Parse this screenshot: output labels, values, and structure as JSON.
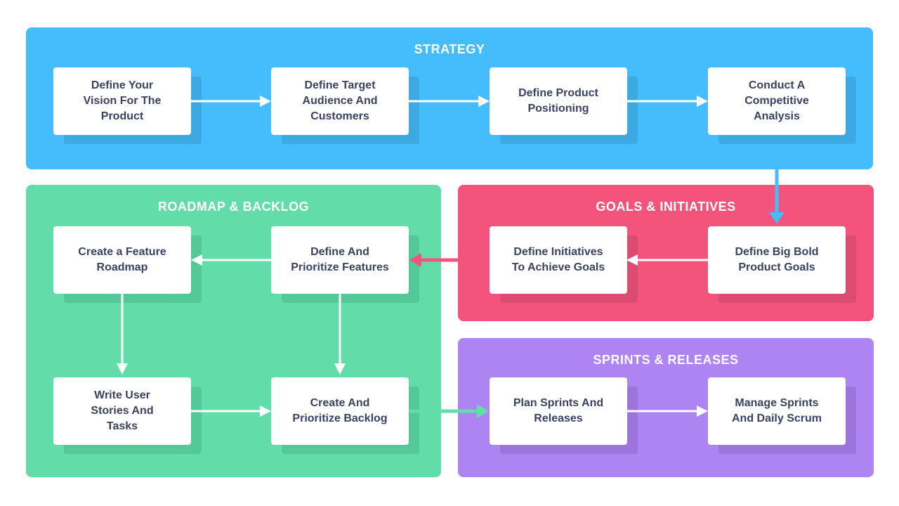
{
  "colors": {
    "page-bg": "#FFFFFF",
    "blue": "#45BDFC",
    "blue-shadow": "#3CA9E2",
    "green": "#62DDA9",
    "green-shadow": "#54C898",
    "pink": "#F4547C",
    "pink-shadow": "#DC4B70",
    "purple": "#AE83F2",
    "purple-shadow": "#9C74DC",
    "box-bg": "#FFFFFF",
    "box-text": "#3A4164",
    "title-text": "#FFFFFF",
    "arrow-white": "#FFFFFF"
  },
  "sections": {
    "strategy": {
      "title": "STRATEGY",
      "boxes": [
        {
          "label": "Define Your\nVision For The\nProduct"
        },
        {
          "label": "Define Target\nAudience And\nCustomers"
        },
        {
          "label": "Define Product\nPositioning"
        },
        {
          "label": "Conduct A\nCompetitive\nAnalysis"
        }
      ]
    },
    "roadmap_backlog": {
      "title": "ROADMAP & BACKLOG",
      "boxes": [
        {
          "label": "Create a Feature\nRoadmap"
        },
        {
          "label": "Define And\nPrioritize Features"
        },
        {
          "label": "Write User\nStories And\nTasks"
        },
        {
          "label": "Create And\nPrioritize Backlog"
        }
      ]
    },
    "goals_initiatives": {
      "title": "GOALS & INITIATIVES",
      "boxes": [
        {
          "label": "Define Initiatives\nTo Achieve Goals"
        },
        {
          "label": "Define Big Bold\nProduct Goals"
        }
      ]
    },
    "sprints_releases": {
      "title": "SPRINTS & RELEASES",
      "boxes": [
        {
          "label": "Plan Sprints And\nReleases"
        },
        {
          "label": "Manage Sprints\nAnd Daily Scrum"
        }
      ]
    }
  },
  "connections": [
    {
      "from": "Define Your Vision For The Product",
      "to": "Define Target Audience And Customers",
      "color": "white"
    },
    {
      "from": "Define Target Audience And Customers",
      "to": "Define Product Positioning",
      "color": "white"
    },
    {
      "from": "Define Product Positioning",
      "to": "Conduct A Competitive Analysis",
      "color": "white"
    },
    {
      "from": "Conduct A Competitive Analysis",
      "to": "Define Big Bold Product Goals",
      "color": "blue"
    },
    {
      "from": "Define Big Bold Product Goals",
      "to": "Define Initiatives To Achieve Goals",
      "color": "white"
    },
    {
      "from": "Define Initiatives To Achieve Goals",
      "to": "Define And Prioritize Features",
      "color": "pink"
    },
    {
      "from": "Define And Prioritize Features",
      "to": "Create a Feature Roadmap",
      "color": "white"
    },
    {
      "from": "Create a Feature Roadmap",
      "to": "Write User Stories And Tasks",
      "color": "white"
    },
    {
      "from": "Define And Prioritize Features",
      "to": "Create And Prioritize Backlog",
      "color": "white"
    },
    {
      "from": "Write User Stories And Tasks",
      "to": "Create And Prioritize Backlog",
      "color": "white"
    },
    {
      "from": "Create And Prioritize Backlog",
      "to": "Plan Sprints And Releases",
      "color": "green"
    },
    {
      "from": "Plan Sprints And Releases",
      "to": "Manage Sprints And Daily Scrum",
      "color": "white"
    }
  ]
}
